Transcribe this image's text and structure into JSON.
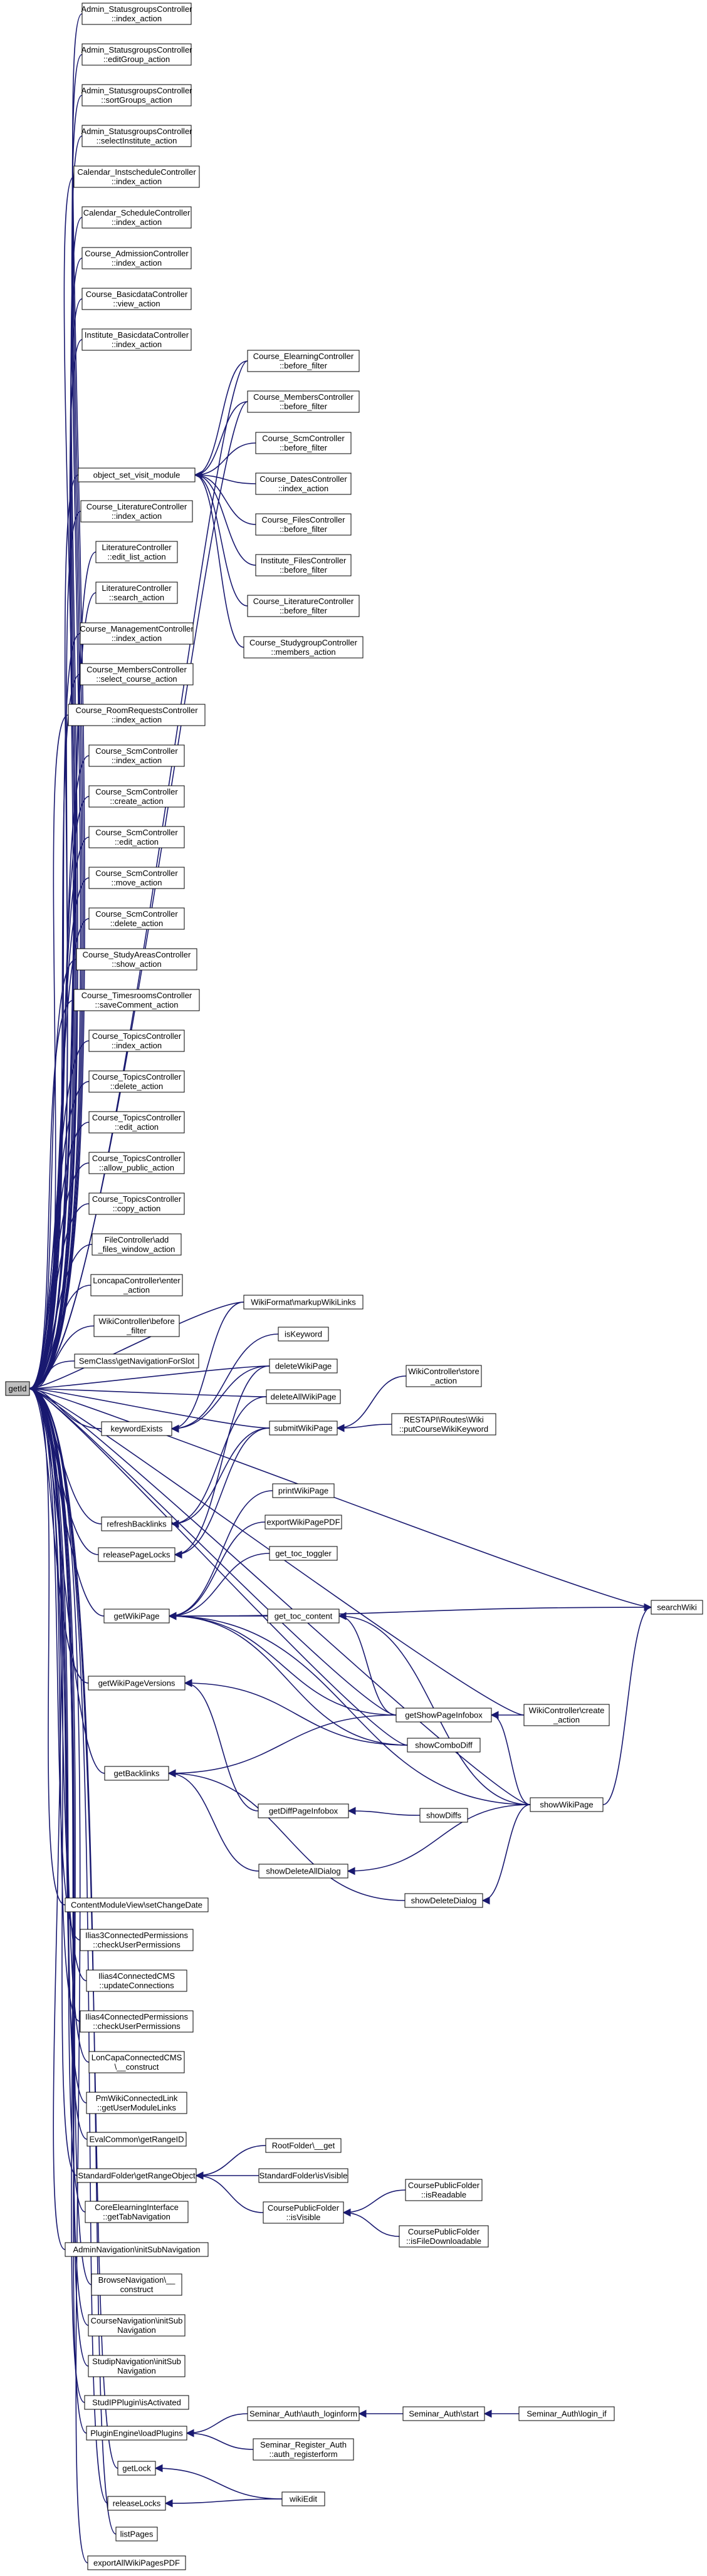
{
  "graph": {
    "root": "getId",
    "nodes": [
      {
        "id": "getId",
        "lines": [
          "getId"
        ]
      },
      {
        "id": "n1",
        "lines": [
          "Admin_StatusgroupsController",
          "::index_action"
        ]
      },
      {
        "id": "n2",
        "lines": [
          "Admin_StatusgroupsController",
          "::editGroup_action"
        ]
      },
      {
        "id": "n3",
        "lines": [
          "Admin_StatusgroupsController",
          "::sortGroups_action"
        ]
      },
      {
        "id": "n4",
        "lines": [
          "Admin_StatusgroupsController",
          "::selectInstitute_action"
        ]
      },
      {
        "id": "n5",
        "lines": [
          "Calendar_InstscheduleController",
          "::index_action"
        ]
      },
      {
        "id": "n6",
        "lines": [
          "Calendar_ScheduleController",
          "::index_action"
        ]
      },
      {
        "id": "n7",
        "lines": [
          "Course_AdmissionController",
          "::index_action"
        ]
      },
      {
        "id": "n8",
        "lines": [
          "Course_BasicdataController",
          "::view_action"
        ]
      },
      {
        "id": "n9",
        "lines": [
          "Institute_BasicdataController",
          "::index_action"
        ]
      },
      {
        "id": "n10",
        "lines": [
          "Course_ElearningController",
          "::before_filter"
        ]
      },
      {
        "id": "n11",
        "lines": [
          "Course_MembersController",
          "::before_filter"
        ]
      },
      {
        "id": "n12",
        "lines": [
          "object_set_visit_module"
        ]
      },
      {
        "id": "n13",
        "lines": [
          "Course_ScmController",
          "::before_filter"
        ]
      },
      {
        "id": "n14",
        "lines": [
          "Course_DatesController",
          "::index_action"
        ]
      },
      {
        "id": "n15",
        "lines": [
          "Course_FilesController",
          "::before_filter"
        ]
      },
      {
        "id": "n16",
        "lines": [
          "Institute_FilesController",
          "::before_filter"
        ]
      },
      {
        "id": "n17",
        "lines": [
          "Course_LiteratureController",
          "::before_filter"
        ]
      },
      {
        "id": "n18",
        "lines": [
          "Course_StudygroupController",
          "::members_action"
        ]
      },
      {
        "id": "n19",
        "lines": [
          "Course_LiteratureController",
          "::index_action"
        ]
      },
      {
        "id": "n20",
        "lines": [
          "LiteratureController",
          "::edit_list_action"
        ]
      },
      {
        "id": "n21",
        "lines": [
          "LiteratureController",
          "::search_action"
        ]
      },
      {
        "id": "n22",
        "lines": [
          "Course_ManagementController",
          "::index_action"
        ]
      },
      {
        "id": "n23",
        "lines": [
          "Course_MembersController",
          "::select_course_action"
        ]
      },
      {
        "id": "n24",
        "lines": [
          "Course_RoomRequestsController",
          "::index_action"
        ]
      },
      {
        "id": "n25",
        "lines": [
          "Course_ScmController",
          "::index_action"
        ]
      },
      {
        "id": "n26",
        "lines": [
          "Course_ScmController",
          "::create_action"
        ]
      },
      {
        "id": "n27",
        "lines": [
          "Course_ScmController",
          "::edit_action"
        ]
      },
      {
        "id": "n28",
        "lines": [
          "Course_ScmController",
          "::move_action"
        ]
      },
      {
        "id": "n29",
        "lines": [
          "Course_ScmController",
          "::delete_action"
        ]
      },
      {
        "id": "n30",
        "lines": [
          "Course_StudyAreasController",
          "::show_action"
        ]
      },
      {
        "id": "n31",
        "lines": [
          "Course_TimesroomsController",
          "::saveComment_action"
        ]
      },
      {
        "id": "n32",
        "lines": [
          "Course_TopicsController",
          "::index_action"
        ]
      },
      {
        "id": "n33",
        "lines": [
          "Course_TopicsController",
          "::delete_action"
        ]
      },
      {
        "id": "n34",
        "lines": [
          "Course_TopicsController",
          "::edit_action"
        ]
      },
      {
        "id": "n35",
        "lines": [
          "Course_TopicsController",
          "::allow_public_action"
        ]
      },
      {
        "id": "n36",
        "lines": [
          "Course_TopicsController",
          "::copy_action"
        ]
      },
      {
        "id": "n37",
        "lines": [
          "FileController\\add",
          "_files_window_action"
        ]
      },
      {
        "id": "n38",
        "lines": [
          "LoncapaController\\enter",
          "_action"
        ]
      },
      {
        "id": "n39",
        "lines": [
          "WikiController\\before",
          "_filter"
        ]
      },
      {
        "id": "n40",
        "lines": [
          "SemClass\\getNavigationForSlot"
        ]
      },
      {
        "id": "n41",
        "lines": [
          "WikiFormat\\markupWikiLinks"
        ]
      },
      {
        "id": "n42",
        "lines": [
          "keywordExists"
        ]
      },
      {
        "id": "n43",
        "lines": [
          "isKeyword"
        ]
      },
      {
        "id": "n44",
        "lines": [
          "deleteWikiPage"
        ]
      },
      {
        "id": "n45",
        "lines": [
          "deleteAllWikiPage"
        ]
      },
      {
        "id": "n46",
        "lines": [
          "WikiController\\store",
          "_action"
        ]
      },
      {
        "id": "n47",
        "lines": [
          "submitWikiPage"
        ]
      },
      {
        "id": "n48",
        "lines": [
          "RESTAPI\\Routes\\Wiki",
          "::putCourseWikiKeyword"
        ]
      },
      {
        "id": "n49",
        "lines": [
          "refreshBacklinks"
        ]
      },
      {
        "id": "n50",
        "lines": [
          "printWikiPage"
        ]
      },
      {
        "id": "n51",
        "lines": [
          "exportWikiPagePDF"
        ]
      },
      {
        "id": "n52",
        "lines": [
          "releasePageLocks"
        ]
      },
      {
        "id": "n53",
        "lines": [
          "get_toc_toggler"
        ]
      },
      {
        "id": "n54",
        "lines": [
          "searchWiki"
        ]
      },
      {
        "id": "n55",
        "lines": [
          "getWikiPage"
        ]
      },
      {
        "id": "n56",
        "lines": [
          "get_toc_content"
        ]
      },
      {
        "id": "n57",
        "lines": [
          "getShowPageInfobox"
        ]
      },
      {
        "id": "n58",
        "lines": [
          "WikiController\\create",
          "_action"
        ]
      },
      {
        "id": "n59",
        "lines": [
          "getWikiPageVersions"
        ]
      },
      {
        "id": "n60",
        "lines": [
          "showComboDiff"
        ]
      },
      {
        "id": "n61",
        "lines": [
          "getBacklinks"
        ]
      },
      {
        "id": "n62",
        "lines": [
          "showWikiPage"
        ]
      },
      {
        "id": "n63",
        "lines": [
          "getDiffPageInfobox"
        ]
      },
      {
        "id": "n64",
        "lines": [
          "showDiffs"
        ]
      },
      {
        "id": "n65",
        "lines": [
          "showDeleteAllDialog"
        ]
      },
      {
        "id": "n66",
        "lines": [
          "showDeleteDialog"
        ]
      },
      {
        "id": "n67",
        "lines": [
          "ContentModuleView\\setChangeDate"
        ]
      },
      {
        "id": "n68",
        "lines": [
          "Ilias3ConnectedPermissions",
          "::checkUserPermissions"
        ]
      },
      {
        "id": "n69",
        "lines": [
          "Ilias4ConnectedCMS",
          "::updateConnections"
        ]
      },
      {
        "id": "n70",
        "lines": [
          "Ilias4ConnectedPermissions",
          "::checkUserPermissions"
        ]
      },
      {
        "id": "n71",
        "lines": [
          "LonCapaConnectedCMS",
          "\\__construct"
        ]
      },
      {
        "id": "n72",
        "lines": [
          "PmWikiConnectedLink",
          "::getUserModuleLinks"
        ]
      },
      {
        "id": "n73",
        "lines": [
          "EvalCommon\\getRangeID"
        ]
      },
      {
        "id": "n74",
        "lines": [
          "RootFolder\\__get"
        ]
      },
      {
        "id": "n75",
        "lines": [
          "StandardFolder\\getRangeObject"
        ]
      },
      {
        "id": "n76",
        "lines": [
          "StandardFolder\\isVisible"
        ]
      },
      {
        "id": "n77",
        "lines": [
          "CoursePublicFolder",
          "::isReadable"
        ]
      },
      {
        "id": "n78",
        "lines": [
          "CoursePublicFolder",
          "::isVisible"
        ]
      },
      {
        "id": "n79",
        "lines": [
          "CoreElearningInterface",
          "::getTabNavigation"
        ]
      },
      {
        "id": "n80",
        "lines": [
          "CoursePublicFolder",
          "::isFileDownloadable"
        ]
      },
      {
        "id": "n81",
        "lines": [
          "AdminNavigation\\initSubNavigation"
        ]
      },
      {
        "id": "n82",
        "lines": [
          "BrowseNavigation\\__",
          "construct"
        ]
      },
      {
        "id": "n83",
        "lines": [
          "CourseNavigation\\initSub",
          "Navigation"
        ]
      },
      {
        "id": "n84",
        "lines": [
          "StudipNavigation\\initSub",
          "Navigation"
        ]
      },
      {
        "id": "n85",
        "lines": [
          "StudIPPlugin\\isActivated"
        ]
      },
      {
        "id": "n86",
        "lines": [
          "Seminar_Auth\\auth_loginform"
        ]
      },
      {
        "id": "n87",
        "lines": [
          "Seminar_Auth\\start"
        ]
      },
      {
        "id": "n88",
        "lines": [
          "Seminar_Auth\\login_if"
        ]
      },
      {
        "id": "n89",
        "lines": [
          "PluginEngine\\loadPlugins"
        ]
      },
      {
        "id": "n90",
        "lines": [
          "Seminar_Register_Auth",
          "::auth_registerform"
        ]
      },
      {
        "id": "n91",
        "lines": [
          "getLock"
        ]
      },
      {
        "id": "n92",
        "lines": [
          "wikiEdit"
        ]
      },
      {
        "id": "n93",
        "lines": [
          "releaseLocks"
        ]
      },
      {
        "id": "n94",
        "lines": [
          "listPages"
        ]
      },
      {
        "id": "n95",
        "lines": [
          "exportAllWikiPagesPDF"
        ]
      }
    ],
    "edges": [
      [
        "n1",
        "getId"
      ],
      [
        "n2",
        "getId"
      ],
      [
        "n3",
        "getId"
      ],
      [
        "n4",
        "getId"
      ],
      [
        "n5",
        "getId"
      ],
      [
        "n6",
        "getId"
      ],
      [
        "n7",
        "getId"
      ],
      [
        "n8",
        "getId"
      ],
      [
        "n9",
        "getId"
      ],
      [
        "n12",
        "getId"
      ],
      [
        "n19",
        "getId"
      ],
      [
        "n20",
        "getId"
      ],
      [
        "n21",
        "getId"
      ],
      [
        "n22",
        "getId"
      ],
      [
        "n23",
        "getId"
      ],
      [
        "n24",
        "getId"
      ],
      [
        "n25",
        "getId"
      ],
      [
        "n26",
        "getId"
      ],
      [
        "n27",
        "getId"
      ],
      [
        "n28",
        "getId"
      ],
      [
        "n29",
        "getId"
      ],
      [
        "n30",
        "getId"
      ],
      [
        "n31",
        "getId"
      ],
      [
        "n32",
        "getId"
      ],
      [
        "n33",
        "getId"
      ],
      [
        "n34",
        "getId"
      ],
      [
        "n35",
        "getId"
      ],
      [
        "n36",
        "getId"
      ],
      [
        "n37",
        "getId"
      ],
      [
        "n38",
        "getId"
      ],
      [
        "n39",
        "getId"
      ],
      [
        "n40",
        "getId"
      ],
      [
        "n10",
        "getId"
      ],
      [
        "n11",
        "getId"
      ],
      [
        "n41",
        "getId"
      ],
      [
        "n44",
        "getId"
      ],
      [
        "n45",
        "getId"
      ],
      [
        "n47",
        "getId"
      ],
      [
        "n54",
        "getId"
      ],
      [
        "n57",
        "getId"
      ],
      [
        "n58",
        "getId"
      ],
      [
        "n60",
        "getId"
      ],
      [
        "n62",
        "getId"
      ],
      [
        "n42",
        "getId"
      ],
      [
        "n49",
        "getId"
      ],
      [
        "n52",
        "getId"
      ],
      [
        "n55",
        "getId"
      ],
      [
        "n59",
        "getId"
      ],
      [
        "n61",
        "getId"
      ],
      [
        "n67",
        "getId"
      ],
      [
        "n68",
        "getId"
      ],
      [
        "n69",
        "getId"
      ],
      [
        "n70",
        "getId"
      ],
      [
        "n71",
        "getId"
      ],
      [
        "n72",
        "getId"
      ],
      [
        "n73",
        "getId"
      ],
      [
        "n75",
        "getId"
      ],
      [
        "n79",
        "getId"
      ],
      [
        "n81",
        "getId"
      ],
      [
        "n82",
        "getId"
      ],
      [
        "n83",
        "getId"
      ],
      [
        "n84",
        "getId"
      ],
      [
        "n85",
        "getId"
      ],
      [
        "n89",
        "getId"
      ],
      [
        "n91",
        "getId"
      ],
      [
        "n93",
        "getId"
      ],
      [
        "n94",
        "getId"
      ],
      [
        "n95",
        "getId"
      ],
      [
        "n10",
        "n12"
      ],
      [
        "n11",
        "n12"
      ],
      [
        "n13",
        "n12"
      ],
      [
        "n14",
        "n12"
      ],
      [
        "n15",
        "n12"
      ],
      [
        "n16",
        "n12"
      ],
      [
        "n17",
        "n12"
      ],
      [
        "n18",
        "n12"
      ],
      [
        "n41",
        "n42"
      ],
      [
        "n43",
        "n42"
      ],
      [
        "n44",
        "n42"
      ],
      [
        "n45",
        "n49"
      ],
      [
        "n47",
        "n49"
      ],
      [
        "n46",
        "n47"
      ],
      [
        "n48",
        "n47"
      ],
      [
        "n47",
        "n52"
      ],
      [
        "n44",
        "n52"
      ],
      [
        "n50",
        "n55"
      ],
      [
        "n51",
        "n55"
      ],
      [
        "n53",
        "n55"
      ],
      [
        "n54",
        "n55"
      ],
      [
        "n56",
        "n55"
      ],
      [
        "n57",
        "n55"
      ],
      [
        "n60",
        "n55"
      ],
      [
        "n62",
        "n55"
      ],
      [
        "n57",
        "n56"
      ],
      [
        "n62",
        "n56"
      ],
      [
        "n58",
        "n57"
      ],
      [
        "n62",
        "n57"
      ],
      [
        "n60",
        "n59"
      ],
      [
        "n63",
        "n59"
      ],
      [
        "n57",
        "n61"
      ],
      [
        "n65",
        "n61"
      ],
      [
        "n66",
        "n61"
      ],
      [
        "n64",
        "n63"
      ],
      [
        "n62",
        "n65"
      ],
      [
        "n62",
        "n66"
      ],
      [
        "n62",
        "n54"
      ],
      [
        "n74",
        "n75"
      ],
      [
        "n76",
        "n75"
      ],
      [
        "n78",
        "n75"
      ],
      [
        "n77",
        "n78"
      ],
      [
        "n80",
        "n78"
      ],
      [
        "n86",
        "n89"
      ],
      [
        "n90",
        "n89"
      ],
      [
        "n87",
        "n86"
      ],
      [
        "n88",
        "n87"
      ],
      [
        "n92",
        "n91"
      ],
      [
        "n92",
        "n93"
      ]
    ]
  }
}
